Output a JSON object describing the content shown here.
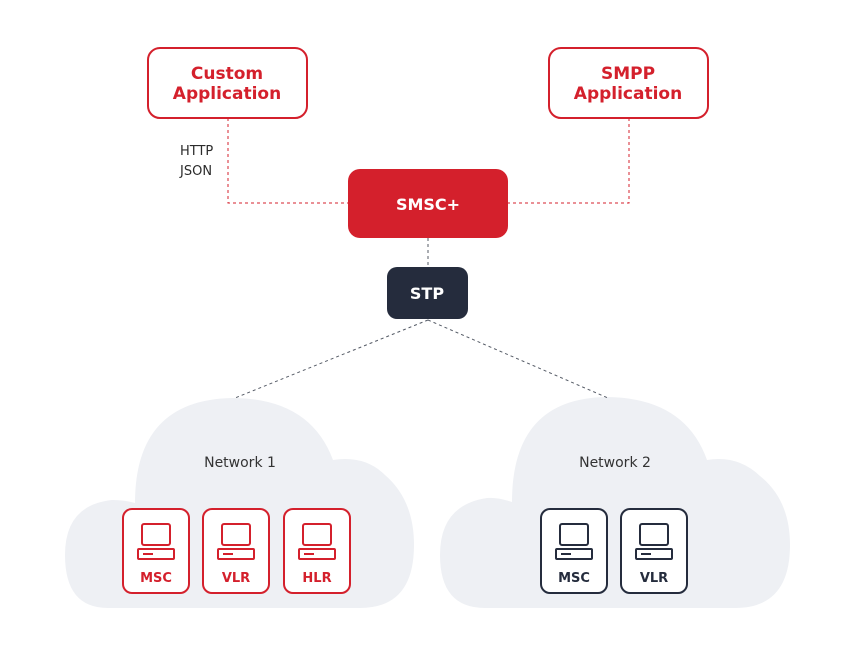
{
  "nodes": {
    "custom_app": {
      "line1": "Custom",
      "line2": "Application"
    },
    "smpp_app": {
      "line1": "SMPP",
      "line2": "Application"
    },
    "smsc": {
      "label": "SMSC+"
    },
    "stp": {
      "label": "STP"
    }
  },
  "links": {
    "custom_to_smsc": {
      "line1": "HTTP",
      "line2": "JSON"
    }
  },
  "networks": [
    {
      "title": "Network 1",
      "devices": [
        "MSC",
        "VLR",
        "HLR"
      ]
    },
    {
      "title": "Network 2",
      "devices": [
        "MSC",
        "VLR"
      ]
    }
  ],
  "colors": {
    "brand_red": "#d4202c",
    "dark_navy": "#252c3d",
    "cloud": "#eef0f4",
    "connector": "#555b66"
  }
}
